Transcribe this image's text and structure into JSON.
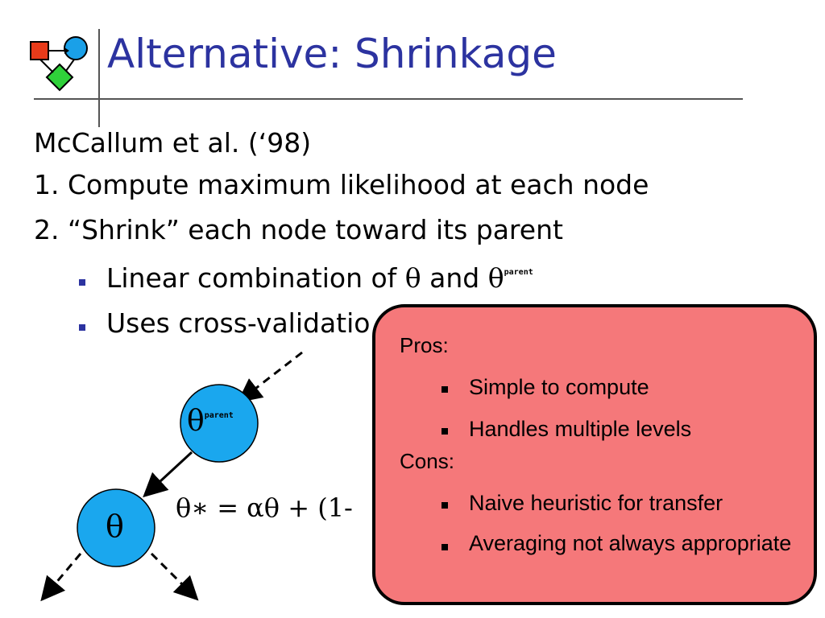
{
  "slide": {
    "title": "Alternative: Shrinkage",
    "citation": "McCallum et al. (‘98)",
    "steps": [
      "1. Compute maximum likelihood at each node",
      "2. “Shrink” each node toward its parent"
    ],
    "bullets": [
      {
        "text": "Linear combination of ",
        "theta": "θ",
        "mid": " and ",
        "theta2": "θ",
        "sup": "parent"
      },
      {
        "text": "Uses cross-validatio"
      }
    ]
  },
  "diagram": {
    "parent_node": {
      "symbol": "θ",
      "sup": "parent"
    },
    "child_node": {
      "symbol": "θ"
    },
    "formula": "θ∗ = αθ + (1-",
    "node_color": "#1aa7ee"
  },
  "callout": {
    "pros_label": "Pros:",
    "pros": [
      "Simple to compute",
      "Handles multiple levels"
    ],
    "cons_label": "Cons:",
    "cons": [
      "Naive heuristic for transfer",
      "Averaging not always appropriate"
    ],
    "bg_color": "#f5787a"
  }
}
